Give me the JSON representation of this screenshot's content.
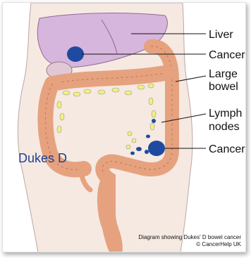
{
  "labels": {
    "liver": "Liver",
    "cancer_top": "Cancer",
    "large_bowel_line1": "Large",
    "large_bowel_line2": "bowel",
    "lymph_line1": "Lymph",
    "lymph_line2": "nodes",
    "cancer_bottom": "Cancer"
  },
  "overlay_title": "Dukes D",
  "caption": {
    "line1": "Diagram showing Dukes' D bowel cancer",
    "line2": "© CancerHelp UK"
  },
  "colors": {
    "skin": "#f6e9e2",
    "liver": "#d7b6dd",
    "bowel": "#e6a27f",
    "tumour": "#1f4aa0",
    "lymph": "#f3f07a",
    "overlay_text": "#1e3f8f"
  }
}
